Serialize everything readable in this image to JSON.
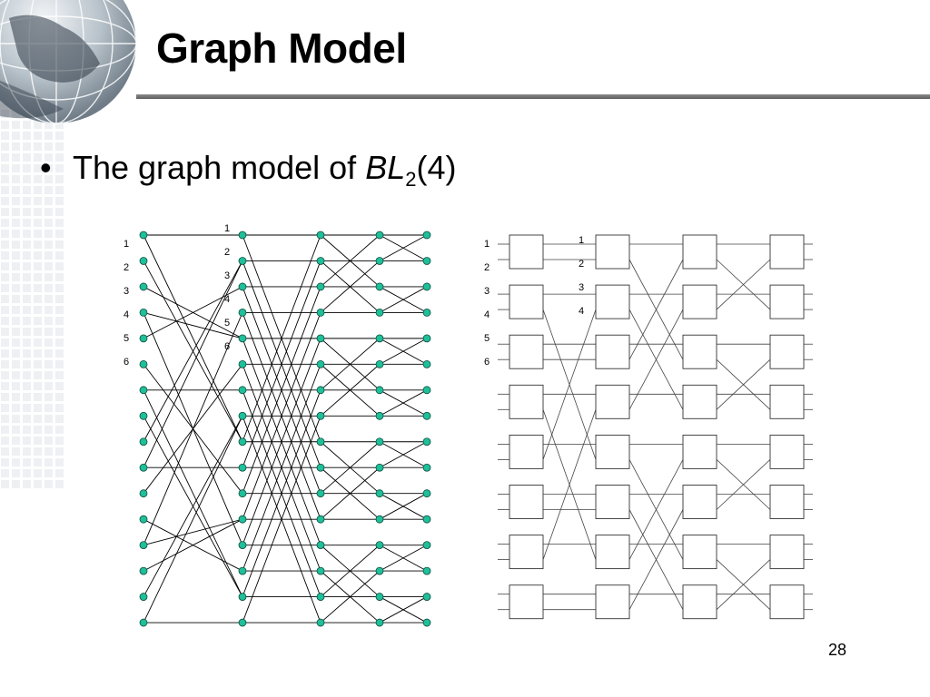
{
  "slide": {
    "title": "Graph Model",
    "bullet": {
      "text_prefix": "The graph model of ",
      "symbol": "BL",
      "subscript": "2",
      "suffix": "(4)"
    },
    "page_number": "28"
  },
  "left_graph": {
    "column0_labels": [
      "1",
      "2",
      "3",
      "4",
      "5",
      "6"
    ],
    "column1_labels": [
      "1",
      "2",
      "3",
      "4",
      "5",
      "6"
    ],
    "node_color": "#1fbf9a"
  },
  "right_graph": {
    "row_labels": [
      "1",
      "2",
      "3",
      "4",
      "5",
      "6"
    ],
    "column1_labels": [
      "1",
      "2",
      "3",
      "4"
    ]
  }
}
